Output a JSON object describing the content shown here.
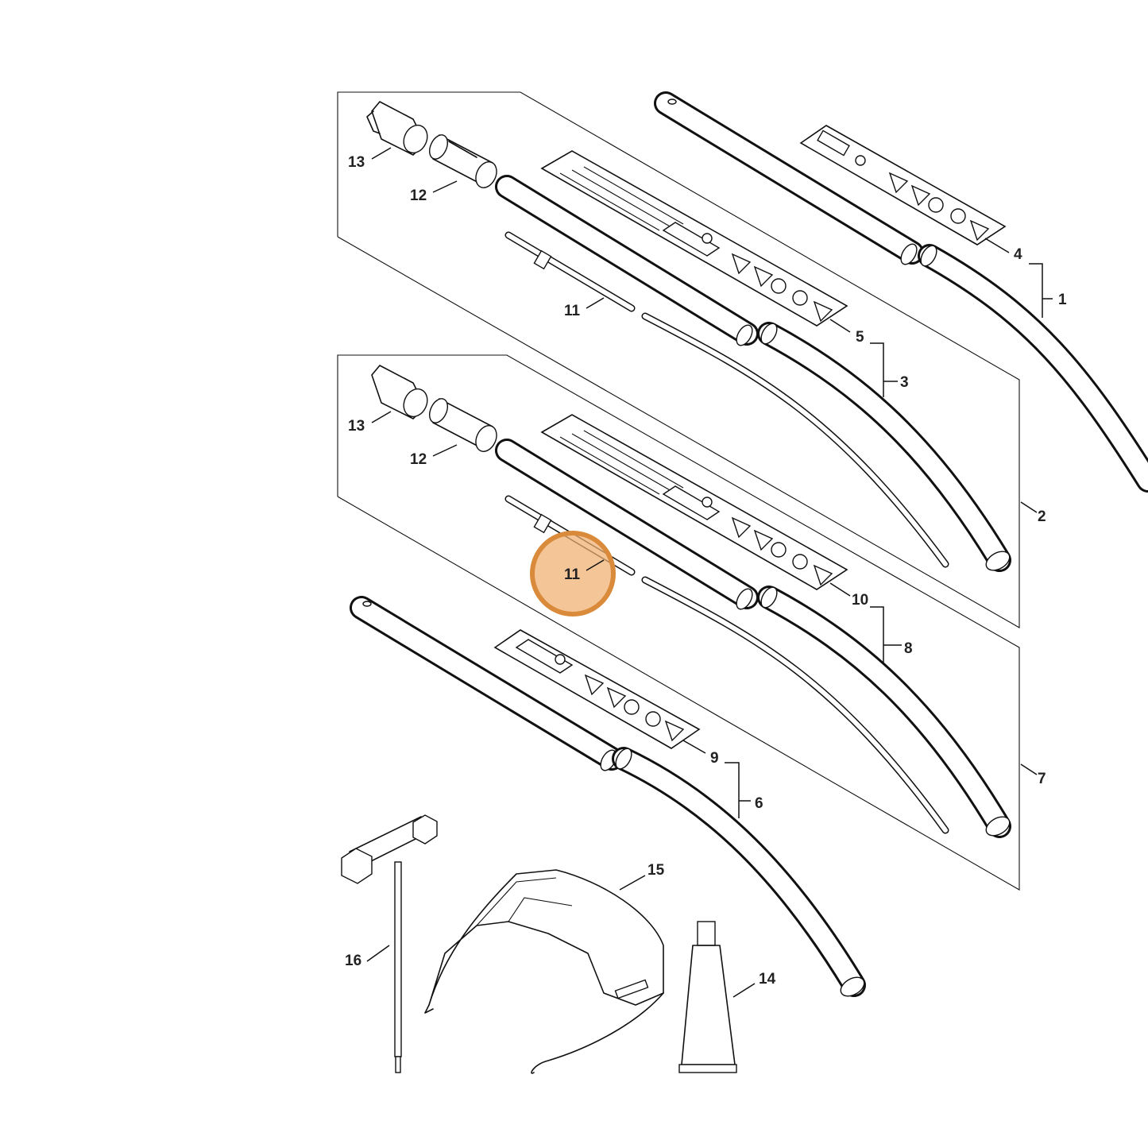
{
  "diagram": {
    "callouts": [
      {
        "id": "c1",
        "label": "1"
      },
      {
        "id": "c2",
        "label": "2"
      },
      {
        "id": "c3",
        "label": "3"
      },
      {
        "id": "c4",
        "label": "4"
      },
      {
        "id": "c5",
        "label": "5"
      },
      {
        "id": "c6",
        "label": "6"
      },
      {
        "id": "c7",
        "label": "7"
      },
      {
        "id": "c8",
        "label": "8"
      },
      {
        "id": "c9",
        "label": "9"
      },
      {
        "id": "c10",
        "label": "10"
      },
      {
        "id": "c11a",
        "label": "11"
      },
      {
        "id": "c11b",
        "label": "11"
      },
      {
        "id": "c12a",
        "label": "12"
      },
      {
        "id": "c12b",
        "label": "12"
      },
      {
        "id": "c13a",
        "label": "13"
      },
      {
        "id": "c13b",
        "label": "13"
      },
      {
        "id": "c14",
        "label": "14"
      },
      {
        "id": "c15",
        "label": "15"
      },
      {
        "id": "c16",
        "label": "16"
      }
    ],
    "highlight": {
      "callout": "11",
      "color": "#f0af6e"
    },
    "colors": {
      "line": "#111111",
      "background": "#ffffff",
      "highlight_ring": "#d98a3a"
    }
  }
}
